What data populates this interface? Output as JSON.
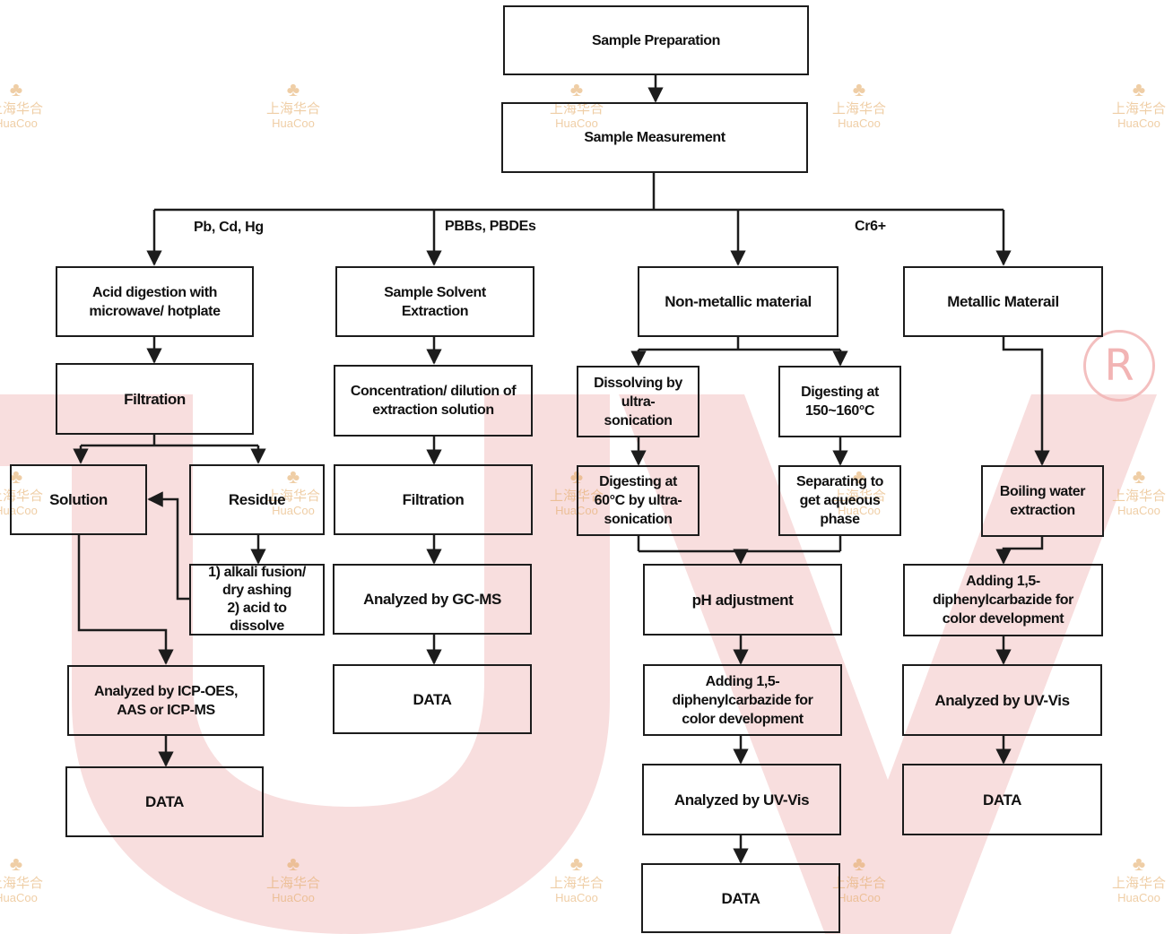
{
  "watermark": {
    "cn": "上海华合",
    "en": "HuaCoo",
    "letters": "UV",
    "registered": "R",
    "color": "#f3c2c2"
  },
  "branches": {
    "heavy_metals": "Pb, Cd, Hg",
    "brominated": "PBBs, PBDEs",
    "chromium": "Cr6+"
  },
  "nodes": {
    "sample_preparation": "Sample Preparation",
    "sample_measurement": "Sample Measurement",
    "acid_digestion": "Acid digestion with\nmicrowave/ hotplate",
    "filtration_1": "Filtration",
    "solution": "Solution",
    "residue": "Residue",
    "alkali_fusion": "1) alkali fusion/\ndry ashing\n2) acid to\ndissolve",
    "icp_analysis": "Analyzed by ICP-OES,\nAAS or ICP-MS",
    "data_1": "DATA",
    "solvent_extraction": "Sample Solvent\nExtraction",
    "concentration": "Concentration/ dilution of\nextraction solution",
    "filtration_2": "Filtration",
    "gcms_analysis": "Analyzed by GC-MS",
    "data_2": "DATA",
    "non_metallic": "Non-metallic material",
    "dissolving": "Dissolving by\nultra-\nsonication",
    "digesting_150": "Digesting at\n150~160°C",
    "digesting_60": "Digesting at\n60°C by ultra-\nsonication",
    "separating": "Separating to\nget aqueous\nphase",
    "ph_adjustment": "pH adjustment",
    "adding_dpc_1": "Adding 1,5-\ndiphenylcarbazide for\ncolor development",
    "uvvis_1": "Analyzed by UV-Vis",
    "data_3": "DATA",
    "metallic": "Metallic Materail",
    "boiling_water": "Boiling water\nextraction",
    "adding_dpc_2": "Adding 1,5-\ndiphenylcarbazide for\ncolor development",
    "uvvis_2": "Analyzed by UV-Vis",
    "data_4": "DATA"
  }
}
